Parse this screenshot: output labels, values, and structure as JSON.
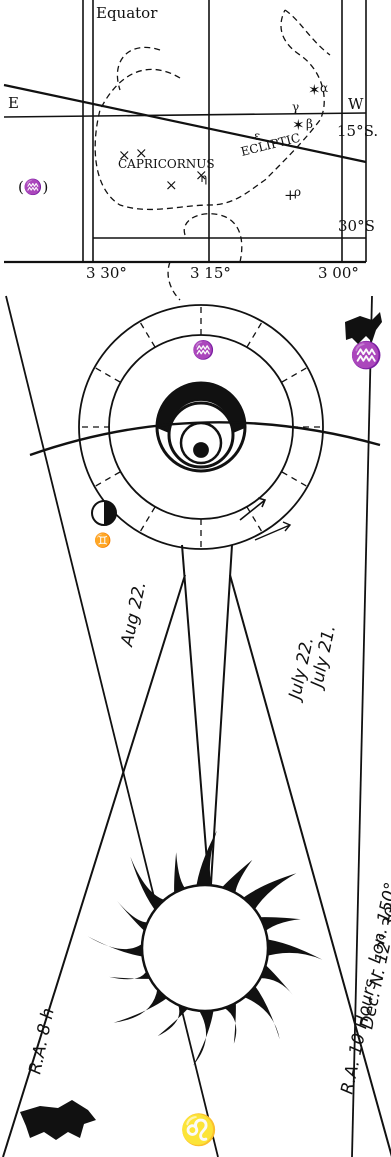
{
  "star_map": {
    "equator_label": "Equator",
    "east_label": "E",
    "west_label": "W",
    "ecliptic_label": "ECLIPTIC",
    "constellation_label": "CAPRICORNUS",
    "zodiac_symbol": "(♒)",
    "dec_15_label": "15°S.",
    "dec_30_label": "30°S",
    "ra_labels": [
      "3 30°",
      "3 15°",
      "3 00°"
    ],
    "star_labels": [
      "α",
      "β",
      "ε",
      "γ",
      "η",
      "ρ"
    ]
  },
  "orbit_diagram": {
    "aquarius_symbol": "♒",
    "gemini_symbol": "♊",
    "date_left": "Aug 22.",
    "date_right_1": "July 22.",
    "date_right_2": "July 21."
  },
  "sun_section": {
    "ra_left_label": "R.A. 8 h",
    "ra_right_label": "R.A. 10 Hours - Lon. 150°",
    "dec_label": "Dec. N. 12° 30'",
    "leo_symbol": "♌",
    "leo_figure": "lion-figure",
    "capricorn_figure": "goat-figure"
  }
}
